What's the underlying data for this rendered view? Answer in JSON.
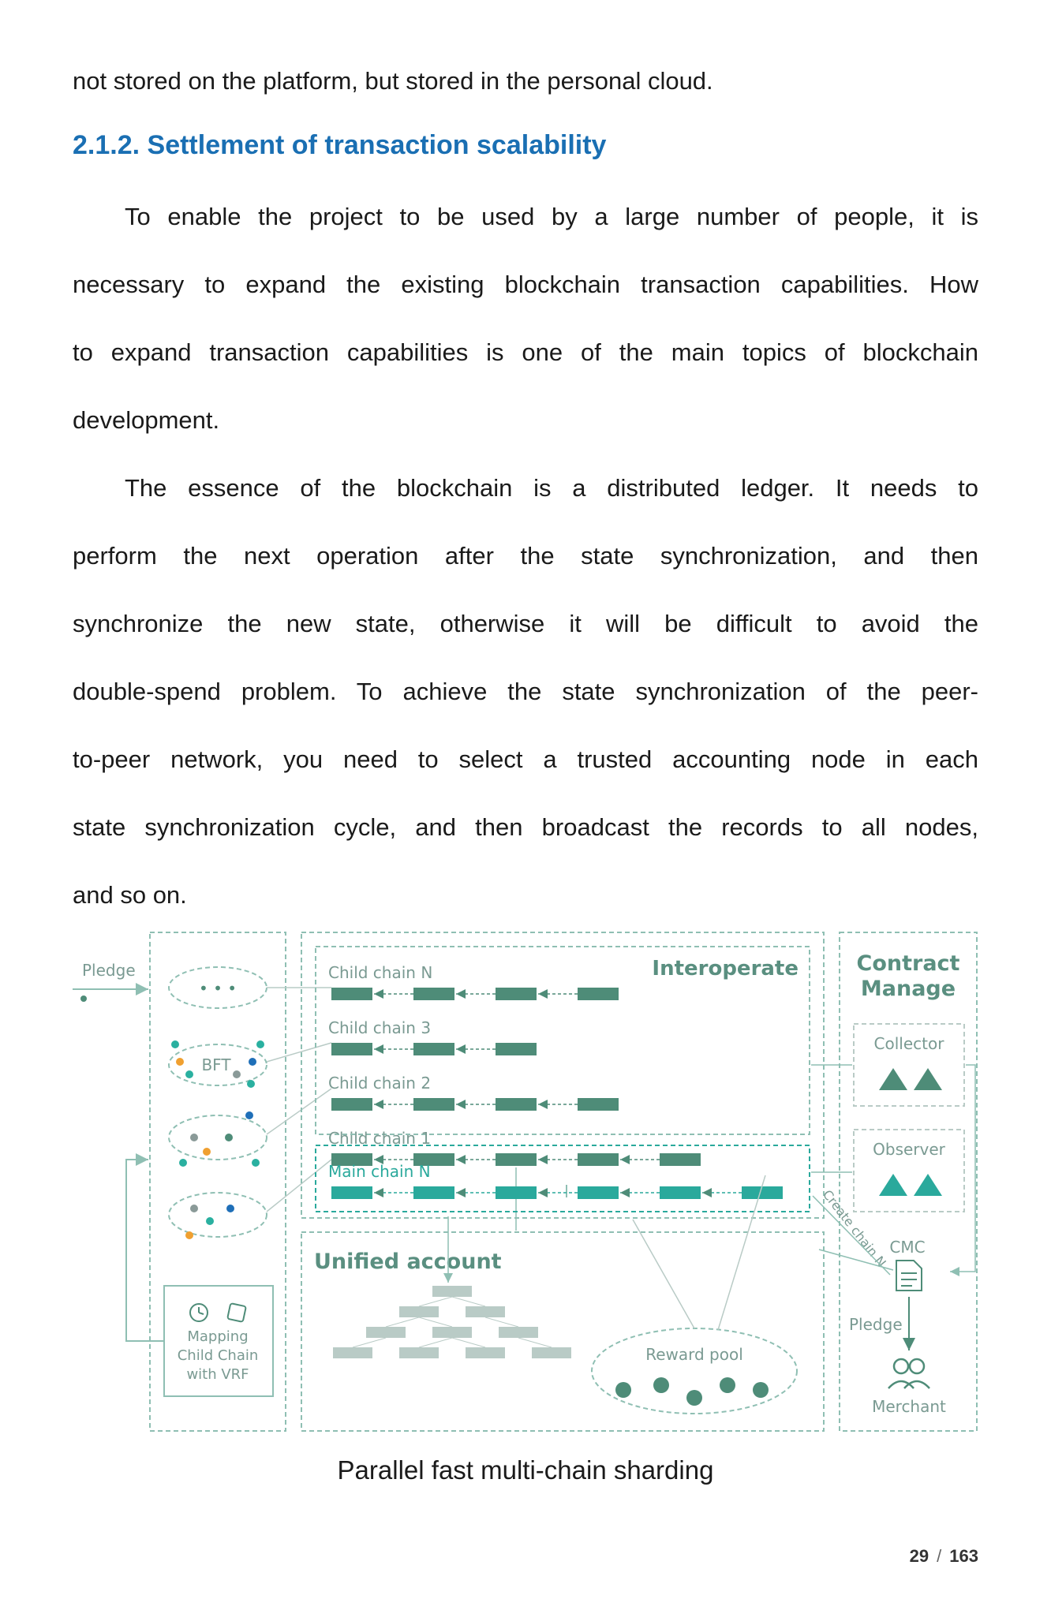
{
  "body": {
    "line_0": "not stored on the platform, but stored in the personal cloud.",
    "heading": "2.1.2. Settlement of transaction scalability",
    "para1": [
      "To enable the project to be used by a large number of people, it is",
      "necessary to expand the existing blockchain transaction capabilities. How",
      "to expand transaction capabilities is one of the main topics of blockchain",
      "development."
    ],
    "para2": [
      "The essence of the blockchain is a distributed ledger. It needs to",
      "perform the next operation after the state synchronization, and then",
      "synchronize the new state, otherwise it will be difficult to avoid the",
      "double-spend problem. To achieve the state synchronization of the peer-",
      "to-peer network, you need to select a trusted accounting node in each",
      "state synchronization cycle, and then broadcast the records to all nodes,",
      "and so on."
    ]
  },
  "figure": {
    "pledge_left": "Pledge",
    "ellipsis": "• • •",
    "bft": "BFT",
    "mapping": [
      "Mapping",
      "Child Chain",
      "with VRF"
    ],
    "chains": {
      "child_n": "Child chain N",
      "child_3": "Child chain 3",
      "child_2": "Child chain 2",
      "child_1": "Child chain 1",
      "main_n": "Main chain N"
    },
    "interoperate": "Interoperate",
    "unified_account": "Unified account",
    "reward_pool": "Reward pool",
    "contract_manage": [
      "Contract",
      "Manage"
    ],
    "collector": "Collector",
    "observer": "Observer",
    "create_chain": "Create chain N",
    "cmc": "CMC",
    "pledge_right": "Pledge",
    "merchant": "Merchant",
    "colors": {
      "border": "#8fbfb3",
      "child_block": "#4e8c78",
      "main_block": "#2aa99c",
      "label": "#7a9a92",
      "title": "#5a8f80",
      "account_block": "#b9cbc6",
      "dot_orange": "#f0a030",
      "dot_blue": "#1f6fb8",
      "dot_gray": "#8a9a98",
      "dot_teal": "#2ab0a0"
    }
  },
  "caption": "Parallel fast multi-chain sharding",
  "page": {
    "current": "29",
    "sep": "/",
    "total": "163"
  }
}
